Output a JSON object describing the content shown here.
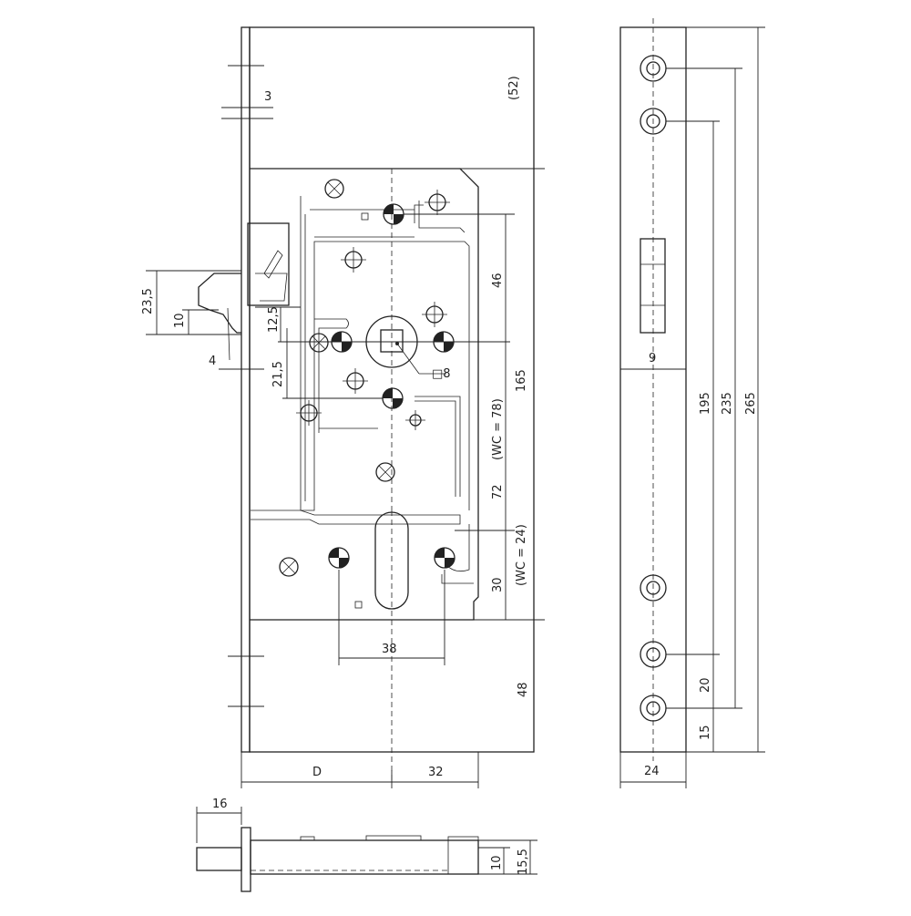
{
  "labels": {
    "d52": "(52)",
    "d3": "3",
    "d23_5": "23,5",
    "d10": "10",
    "d12_5": "12,5",
    "d4": "4",
    "d21_5": "21,5",
    "d8": "□8",
    "d46": "46",
    "d165": "165",
    "wc78": "(WC = 78)",
    "d72": "72",
    "wc24": "(WC = 24)",
    "d30": "30",
    "d38": "38",
    "d48": "48",
    "dD": "D",
    "d32": "32",
    "d16": "16",
    "d10b": "10",
    "d15_5": "15,5",
    "d9": "9",
    "d195": "195",
    "d235": "235",
    "d265": "265",
    "d20": "20",
    "d15": "15",
    "d24": "24"
  }
}
